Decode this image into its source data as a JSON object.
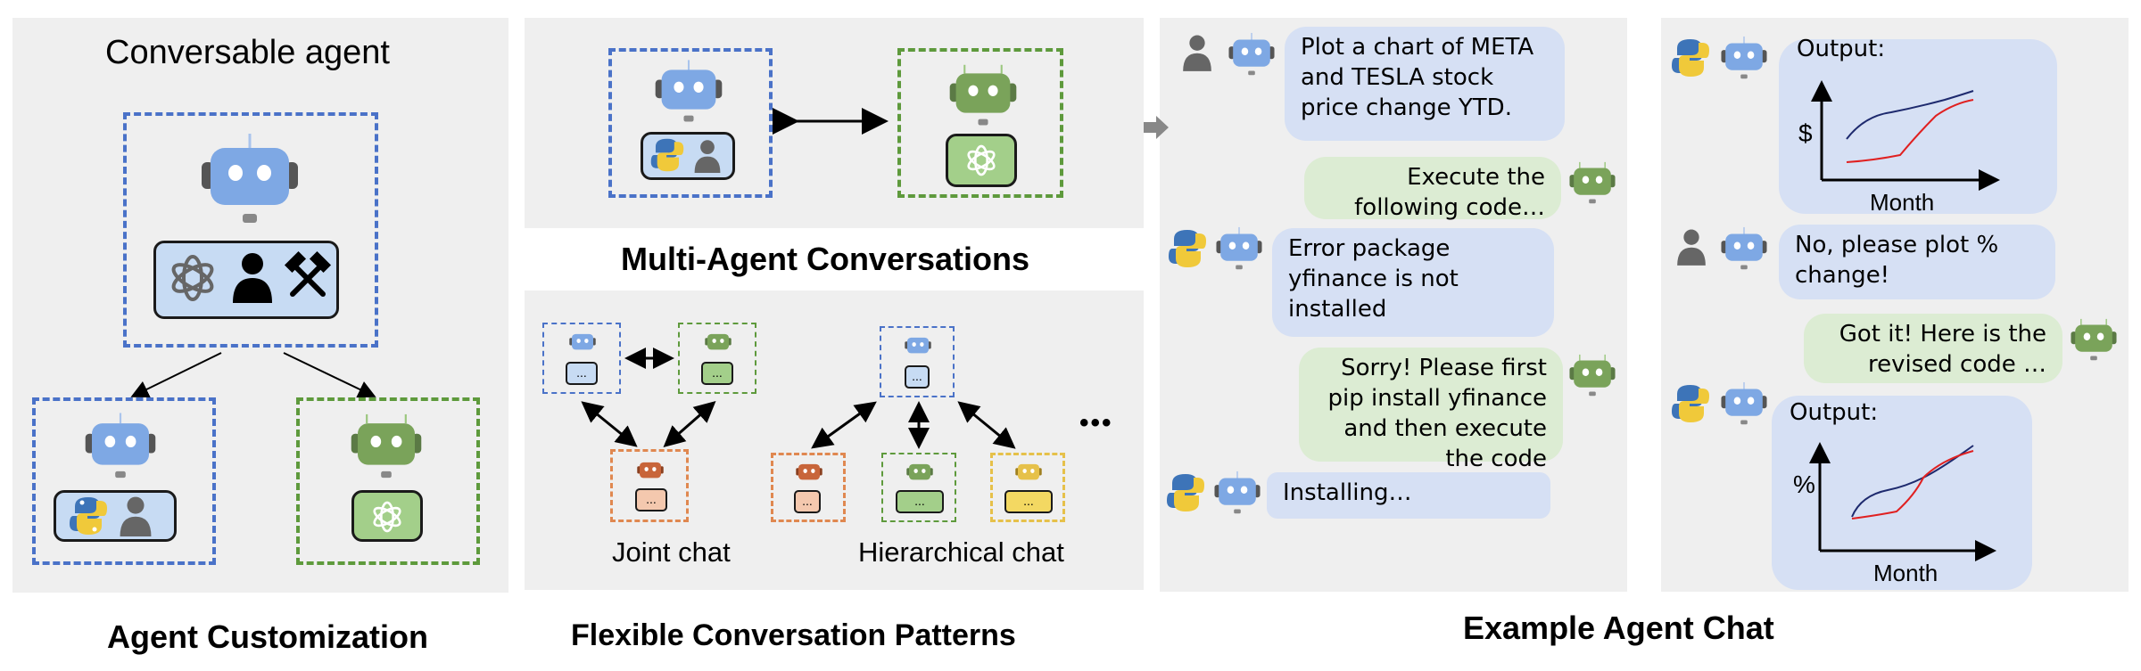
{
  "left": {
    "heading": "Conversable agent",
    "caption": "Agent Customization"
  },
  "middle": {
    "caption_top": "Multi-Agent Conversations",
    "joint_label": "Joint chat",
    "hier_label": "Hierarchical chat",
    "ellipsis": "•••",
    "dots": "...",
    "caption_bottom": "Flexible Conversation Patterns"
  },
  "chat": {
    "caption": "Example Agent Chat",
    "messages": [
      "Plot a chart of META and TESLA stock price change YTD.",
      "Execute the following code…",
      "Error package yfinance is not installed",
      "Sorry! Please first pip install yfinance and then execute the code",
      "Installing…"
    ],
    "right_messages": [
      "Output:",
      "No, please plot % change!",
      "Got it! Here is the revised code …",
      "Output:"
    ],
    "chart1": {
      "ylabel": "$",
      "xlabel": "Month"
    },
    "chart2": {
      "ylabel": "%",
      "xlabel": "Month"
    }
  },
  "colors": {
    "blue_robot": "#7ea8e4",
    "green_robot": "#7aa35a",
    "orange_robot": "#c8653a",
    "yellow_robot": "#e6c14a",
    "line_dark": "#1e2a6e",
    "line_red": "#e02020"
  }
}
